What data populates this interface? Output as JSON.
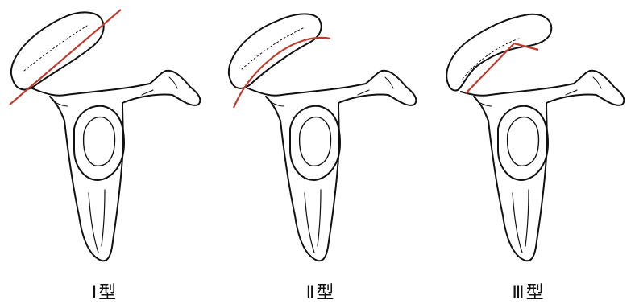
{
  "diagrams": [
    {
      "caption": "Ⅰ型",
      "type": "I"
    },
    {
      "caption": "Ⅱ型",
      "type": "II"
    },
    {
      "caption": "Ⅲ型",
      "type": "III"
    }
  ],
  "colors": {
    "outline": "#111111",
    "marker": "#c0392b"
  }
}
